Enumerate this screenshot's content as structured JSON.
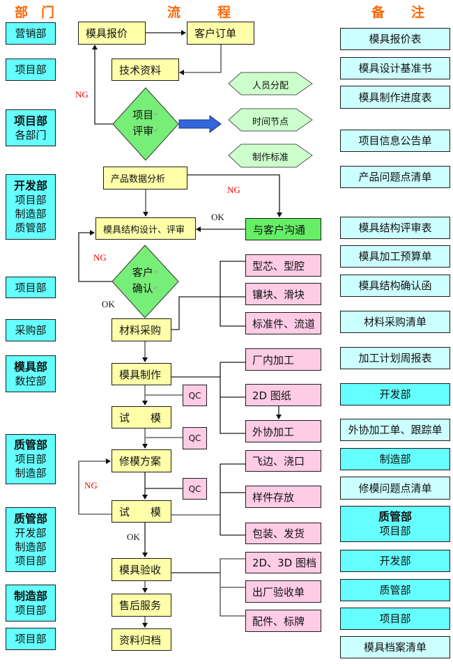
{
  "headers": {
    "departments": "部　门",
    "process_left": "流",
    "process_right": "程",
    "notes_left": "备",
    "notes_right": "注"
  },
  "departments": [
    {
      "lines": [
        "营销部"
      ]
    },
    {
      "lines": [
        "项目部"
      ]
    },
    {
      "title": "项目部",
      "lines": [
        "各部门"
      ]
    },
    {
      "title": "开发部",
      "lines": [
        "项目部",
        "制造部",
        "质管部"
      ]
    },
    {
      "lines": [
        "项目部"
      ]
    },
    {
      "lines": [
        "采购部"
      ]
    },
    {
      "title": "模具部",
      "lines": [
        "数控部"
      ]
    },
    {
      "title": "质管部",
      "lines": [
        "项目部",
        "制造部"
      ]
    },
    {
      "title": "质管部",
      "lines": [
        "开发部",
        "制造部",
        "项目部"
      ]
    },
    {
      "title": "制造部",
      "lines": [
        "项目部"
      ]
    },
    {
      "lines": [
        "项目部"
      ]
    }
  ],
  "flow": {
    "quote": "模具报价",
    "order": "客户订单",
    "tech_docs": "技术资料",
    "project_review": [
      "项目",
      "评审"
    ],
    "review_outputs": [
      "人员分配",
      "时间节点",
      "制作标准"
    ],
    "data_analysis": "产品数据分析",
    "structure_design": "模具结构设计、评审",
    "customer_communication": "与客户沟通",
    "customer_confirm": [
      "客户",
      "确认"
    ],
    "purchase": "材料采购",
    "purchase_items": [
      "型芯、型腔",
      "镶块、滑块",
      "标准件、流道"
    ],
    "manufacture": "模具制作",
    "manufacture_items": [
      "厂内加工",
      "2D 图纸",
      "外协加工"
    ],
    "trial_1": "试　　模",
    "repair_plan": "修模方案",
    "trial_2": "试　　模",
    "trial_items": [
      "飞边、浇口",
      "样件存放",
      "包装、发货"
    ],
    "acceptance": "模具验收",
    "acceptance_items": [
      "2D、3D 图档",
      "出厂验收单",
      "配件、标牌"
    ],
    "after_sales": "售后服务",
    "archive": "资料归档",
    "qc_label": "QC",
    "return_mark": "↵"
  },
  "labels": {
    "ng": "NG",
    "ok": "OK"
  },
  "notes": [
    {
      "type": "document",
      "lines": [
        "模具报价表"
      ]
    },
    {
      "type": "document",
      "lines": [
        "模具设计基准书"
      ]
    },
    {
      "type": "document",
      "lines": [
        "模具制作进度表"
      ]
    },
    {
      "type": "document",
      "lines": [
        "项目信息公告单"
      ]
    },
    {
      "type": "document",
      "lines": [
        "产品问题点清单"
      ]
    },
    {
      "type": "document",
      "lines": [
        "模具结构评审表"
      ]
    },
    {
      "type": "document",
      "lines": [
        "模具加工预算单"
      ]
    },
    {
      "type": "document",
      "lines": [
        "模具结构确认函"
      ]
    },
    {
      "type": "document",
      "lines": [
        "材料采购清单"
      ]
    },
    {
      "type": "document",
      "lines": [
        "加工计划周报表"
      ]
    },
    {
      "type": "department",
      "lines": [
        "开发部"
      ]
    },
    {
      "type": "document",
      "lines": [
        "外协加工单、跟踪单"
      ]
    },
    {
      "type": "department",
      "lines": [
        "制造部"
      ]
    },
    {
      "type": "document",
      "lines": [
        "修模问题点清单"
      ]
    },
    {
      "type": "department",
      "title": "质管部",
      "lines": [
        "项目部"
      ]
    },
    {
      "type": "department",
      "lines": [
        "开发部"
      ]
    },
    {
      "type": "department",
      "lines": [
        "质管部"
      ]
    },
    {
      "type": "department",
      "lines": [
        "项目部"
      ]
    },
    {
      "type": "document",
      "lines": [
        "模具档案清单"
      ]
    }
  ],
  "colors": {
    "header": "#FF6600",
    "department_fill": "#66FFFF",
    "document_fill": "#CCFFFF",
    "process_fill": "#FFFFAA",
    "decision_fill": "#77EE77",
    "communication_fill": "#66EE66",
    "output_fill": "#CCFFCC",
    "subtask_fill": "#FFCCE5",
    "ng_text": "#FF0000",
    "arrow_blue": "#3366DD"
  }
}
